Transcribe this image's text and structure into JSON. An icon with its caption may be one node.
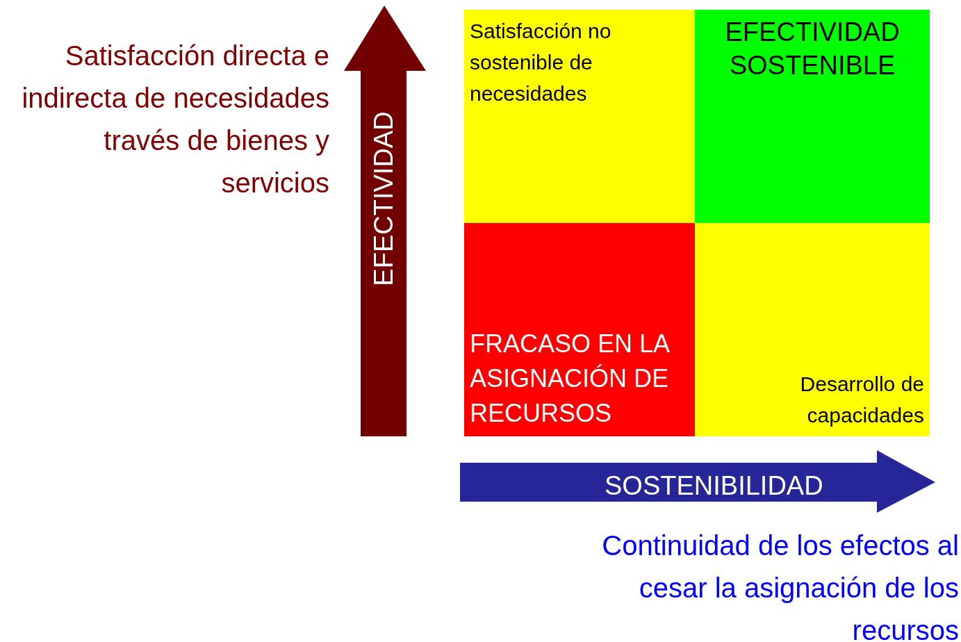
{
  "diagram": {
    "nodes": [
      {
        "text": [
          "Satisfacción no sostenible de necesidades"
        ]
      },
      {
        "text": [
          "EFECTIVIDAD SOSTENIBLE"
        ]
      },
      {
        "text": [
          "FRACASO EN LA ASIGNACIÓN DE RECURSOS"
        ]
      },
      {
        "text": [
          "Desarrollo de capacidades"
        ]
      },
      {
        "text": [
          "EFECTIVIDAD"
        ]
      },
      {
        "text": [
          "SOSTENIBILIDAD"
        ]
      }
    ],
    "labels": [
      "Satisfacción directa e indirecta de necesidades través de bienes y servicios",
      "Continuidad de los efectos al cesar la asignación de los recursos"
    ]
  }
}
